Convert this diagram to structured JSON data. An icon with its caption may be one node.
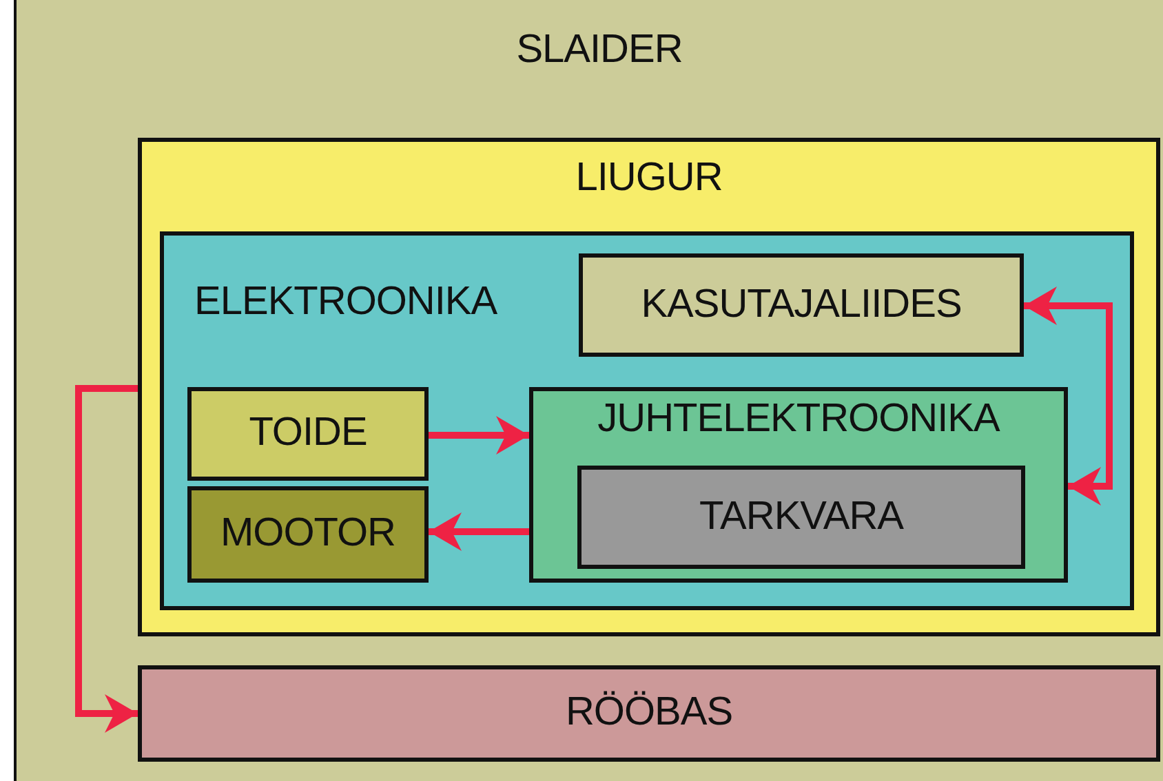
{
  "diagram": {
    "nodes": [
      {
        "text": [
          "SLAIDER"
        ]
      },
      {
        "text": [
          "LIUGUR"
        ],
        "in": 0
      },
      {
        "text": [
          "ELEKTROONIKA"
        ],
        "in": 1
      },
      {
        "text": [
          "KASUTAJALIIDES"
        ],
        "in": 2
      },
      {
        "text": [
          "TOIDE"
        ],
        "in": 2
      },
      {
        "text": [
          "JUHTELEKTROONIKA"
        ],
        "in": 2
      },
      {
        "text": [
          "TARKVARA"
        ],
        "in": 5
      },
      {
        "text": [
          "MOOTOR"
        ],
        "in": 2
      },
      {
        "text": [
          "RÖÖBAS"
        ],
        "in": 0
      }
    ],
    "edges": [
      {
        "from": 4,
        "to": 5,
        "arrow": "to"
      },
      {
        "from": 5,
        "to": 7,
        "arrow": "to"
      },
      {
        "from": 3,
        "to": 5,
        "arrow": "both"
      },
      {
        "from": 1,
        "to": 8,
        "arrow": "to"
      }
    ]
  }
}
